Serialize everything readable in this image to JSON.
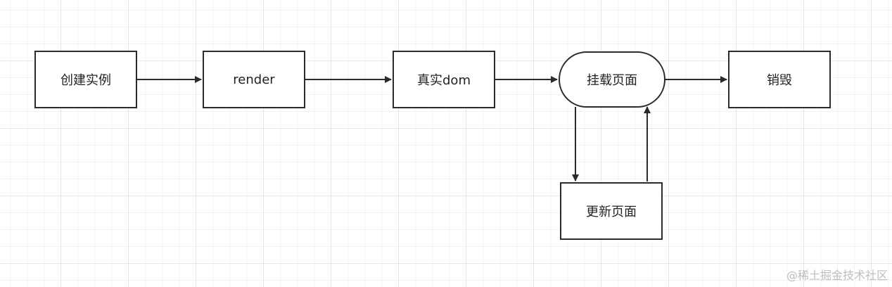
{
  "nodes": {
    "create_instance": "创建实例",
    "render": "render",
    "real_dom": "真实dom",
    "mount_page": "挂载页面",
    "destroy": "销毁",
    "update_page": "更新页面"
  },
  "colors": {
    "stroke": "#2b2b2b",
    "text": "#222222",
    "watermark": "#bdbdbd",
    "grid": "#e6e6e6"
  },
  "watermark": "@稀土掘金技术社区"
}
